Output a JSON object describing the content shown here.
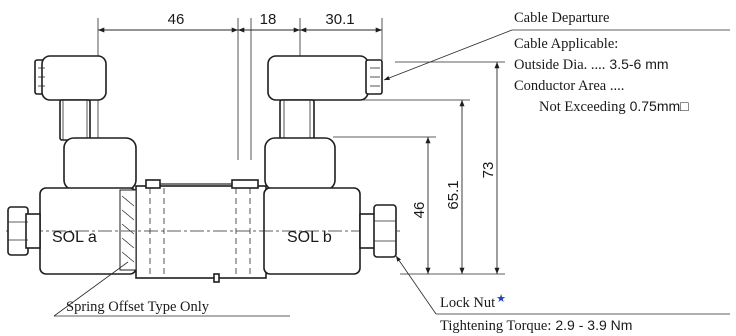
{
  "dimensions": {
    "d1": "46",
    "d2": "18",
    "d3": "30.1",
    "v1": "46",
    "v2": "65.1",
    "v3": "73"
  },
  "labels": {
    "sol_a": "SOL a",
    "sol_b": "SOL b"
  },
  "notes": {
    "cable_departure": "Cable Departure",
    "cable_applicable": "Cable Applicable:",
    "outside_dia_label": "Outside Dia. ....",
    "outside_dia_value": "3.5-6 mm",
    "conductor_area": "Conductor Area ....",
    "not_exceeding_label": "Not Exceeding",
    "not_exceeding_value": "0.75mm□",
    "spring_offset": "Spring Offset Type Only",
    "lock_nut": "Lock Nut",
    "lock_nut_mark": "★",
    "torque_label": "Tightening Torque:",
    "torque_value": "2.9 - 3.9 Nm"
  },
  "colors": {
    "line": "#1e1e1e",
    "accent_star": "#1f3fbf"
  }
}
